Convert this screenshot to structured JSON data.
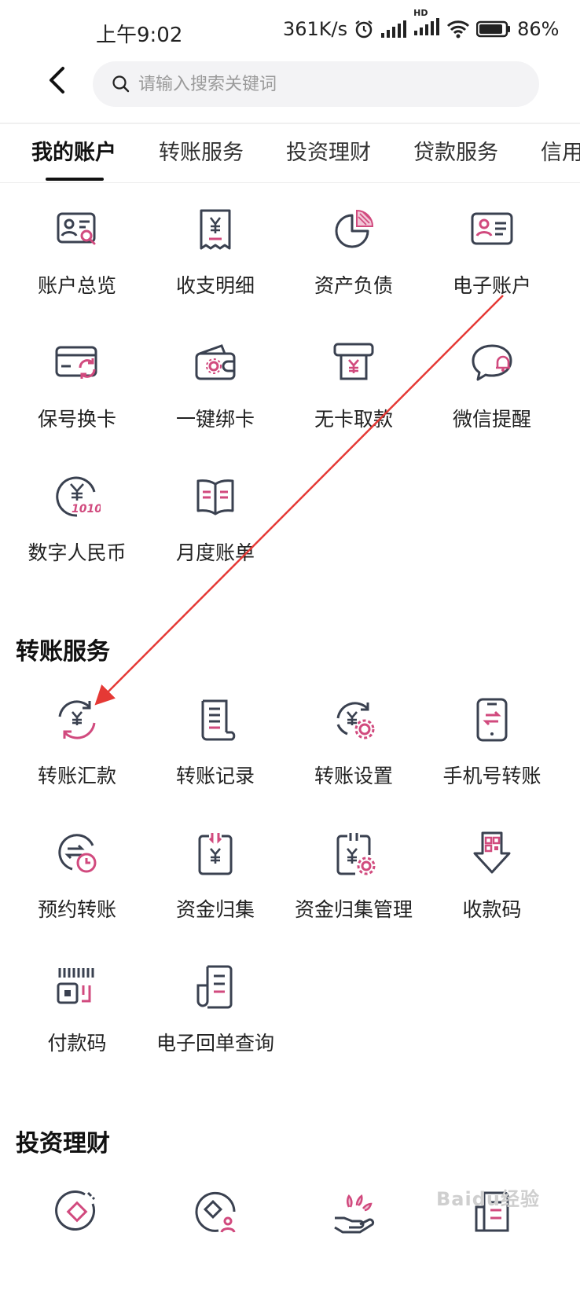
{
  "status": {
    "time": "上午9:02",
    "speed": "361K/s",
    "battery": "86%",
    "hd": "HD"
  },
  "search": {
    "placeholder": "请输入搜索关键词"
  },
  "tabs": [
    "我的账户",
    "转账服务",
    "投资理财",
    "贷款服务",
    "信用"
  ],
  "account": {
    "items": [
      {
        "label": "账户总览",
        "icon": "account-overview-icon"
      },
      {
        "label": "收支明细",
        "icon": "receipt-icon"
      },
      {
        "label": "资产负债",
        "icon": "pie-chart-icon"
      },
      {
        "label": "电子账户",
        "icon": "id-card-icon"
      },
      {
        "label": "保号换卡",
        "icon": "card-swap-icon"
      },
      {
        "label": "一键绑卡",
        "icon": "wallet-icon"
      },
      {
        "label": "无卡取款",
        "icon": "atm-icon"
      },
      {
        "label": "微信提醒",
        "icon": "chat-bell-icon"
      },
      {
        "label": "数字人民币",
        "icon": "digital-yuan-icon"
      },
      {
        "label": "月度账单",
        "icon": "book-icon"
      }
    ]
  },
  "transfer": {
    "title": "转账服务",
    "items": [
      {
        "label": "转账汇款",
        "icon": "transfer-icon"
      },
      {
        "label": "转账记录",
        "icon": "scroll-icon"
      },
      {
        "label": "转账设置",
        "icon": "transfer-settings-icon"
      },
      {
        "label": "手机号转账",
        "icon": "phone-transfer-icon"
      },
      {
        "label": "预约转账",
        "icon": "scheduled-transfer-icon"
      },
      {
        "label": "资金归集",
        "icon": "fund-collect-icon"
      },
      {
        "label": "资金归集管理",
        "icon": "fund-collect-settings-icon"
      },
      {
        "label": "收款码",
        "icon": "receive-code-icon"
      },
      {
        "label": "付款码",
        "icon": "pay-code-icon"
      },
      {
        "label": "电子回单查询",
        "icon": "receipt-query-icon"
      }
    ]
  },
  "invest": {
    "title": "投资理财",
    "icons": [
      "diamond-coin-icon",
      "diamond-user-icon",
      "hand-plant-icon",
      "document-icon"
    ]
  },
  "watermark": "Baidu经验",
  "colors": {
    "accent": "#d14a7e",
    "stroke": "#3a4150",
    "arrow": "#e53935"
  }
}
